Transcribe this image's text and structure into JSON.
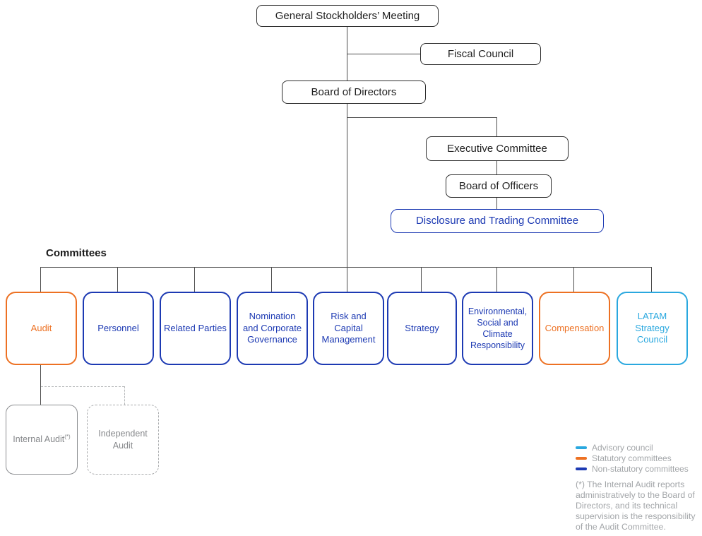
{
  "nodes": {
    "general_meeting": {
      "label": "General Stockholders’ Meeting"
    },
    "fiscal_council": {
      "label": "Fiscal Council"
    },
    "board_of_directors": {
      "label": "Board of Directors"
    },
    "executive_committee": {
      "label": "Executive Committee"
    },
    "board_of_officers": {
      "label": "Board of Officers"
    },
    "disclosure_committee": {
      "label": "Disclosure and Trading Committee"
    }
  },
  "committees": {
    "heading": "Committees",
    "items": [
      {
        "label": "Audit",
        "type": "statutory"
      },
      {
        "label": "Personnel",
        "type": "non-statutory"
      },
      {
        "label": "Related Parties",
        "type": "non-statutory"
      },
      {
        "label": "Nomination and Corporate Governance",
        "type": "non-statutory"
      },
      {
        "label": "Risk and Capital Management",
        "type": "non-statutory"
      },
      {
        "label": "Strategy",
        "type": "non-statutory"
      },
      {
        "label": "Environmental, Social and Climate Responsibility",
        "type": "non-statutory"
      },
      {
        "label": "Compensation",
        "type": "statutory"
      },
      {
        "label": "LATAM Strategy Council",
        "type": "advisory"
      }
    ]
  },
  "audit_children": {
    "internal_audit": {
      "label": "Internal Audit",
      "marker": "(*)"
    },
    "independent_audit": {
      "label": "Independent Audit"
    }
  },
  "legend": {
    "items": [
      {
        "label": "Advisory council",
        "color_key": "advisory"
      },
      {
        "label": "Statutory committees",
        "color_key": "statutory"
      },
      {
        "label": "Non-statutory committees",
        "color_key": "non_statutory"
      }
    ]
  },
  "footnote": "(*) The Internal Audit reports administratively to the Board of Directors, and its technical supervision is the responsibility of the Audit Committee.",
  "colors": {
    "statutory": "#ed7123",
    "non_statutory": "#1d3ab3",
    "advisory": "#2aa8df",
    "inactive": "#8b8d90",
    "line": "#4c4c4c",
    "muted_text": "#a3a6a9"
  }
}
